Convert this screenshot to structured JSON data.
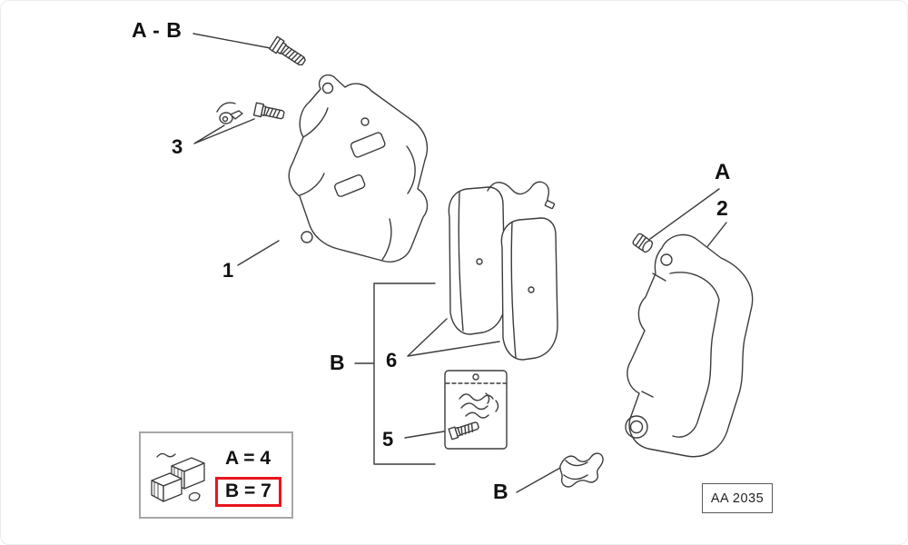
{
  "labels": {
    "ab": "A - B",
    "item3": "3",
    "item1": "1",
    "group_b": "B",
    "item6": "6",
    "item5": "5",
    "clip_b": "B",
    "plug_a": "A",
    "item2": "2"
  },
  "legend": {
    "row_a": "A = 4",
    "row_b": "B = 7"
  },
  "code_box": {
    "code": "AA 2035"
  },
  "parts": [
    {
      "icon": "bolt-icon",
      "callout": "A - B"
    },
    {
      "icon": "bleed-screw-and-bolt-icon",
      "callout": "3"
    },
    {
      "icon": "brake-caliper-icon",
      "callout": "1"
    },
    {
      "icon": "brake-pads-with-wear-sensor-icon",
      "callout": "6"
    },
    {
      "icon": "fitting-kit-bag-icon",
      "callout": "5"
    },
    {
      "icon": "spring-clip-icon",
      "callout": "B"
    },
    {
      "icon": "caliper-bracket-icon",
      "callout": "2"
    },
    {
      "icon": "guide-plug-icon",
      "callout": "A"
    }
  ],
  "colors": {
    "background": "#ffffff",
    "line_art": "#3c3c3c",
    "label_text": "#111111",
    "highlight_red": "#e8141e",
    "legend_border": "#a6a6a6",
    "code_border": "#5a5a5a"
  }
}
